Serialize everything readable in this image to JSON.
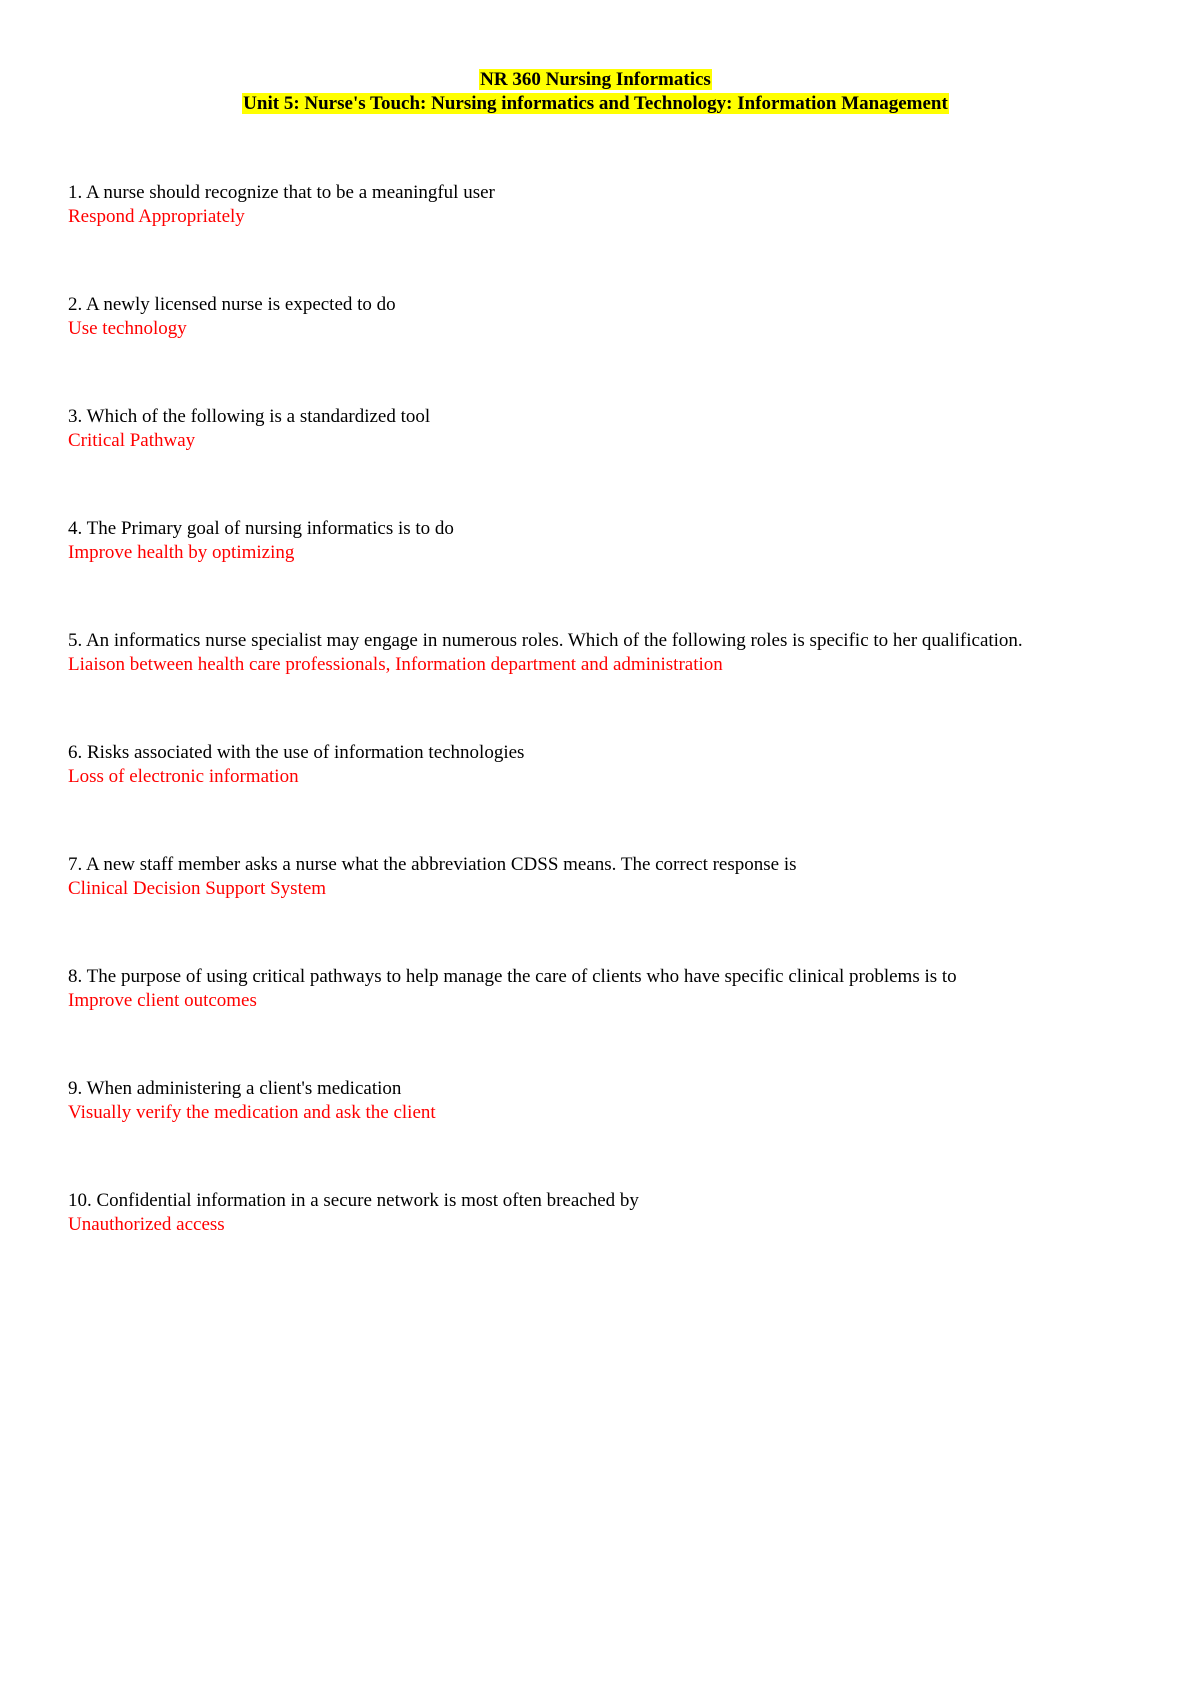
{
  "header": {
    "title": "NR 360 Nursing Informatics",
    "subtitle": "Unit 5: Nurse's Touch: Nursing informatics and Technology: Information Management"
  },
  "colors": {
    "highlight": "#ffff00",
    "answer": "#ff0000",
    "text": "#000000"
  },
  "items": [
    {
      "question": "1. A nurse should recognize that to be a meaningful user",
      "answer": "Respond Appropriately"
    },
    {
      "question": "2. A newly licensed nurse is expected to do",
      "answer": "Use technology"
    },
    {
      "question": "3. Which of the following is a standardized tool",
      "answer": "Critical Pathway"
    },
    {
      "question": "4. The Primary goal of nursing informatics is to do",
      "answer": "Improve health by optimizing"
    },
    {
      "question": "5. An informatics nurse specialist may engage in numerous roles. Which of the following roles is specific to her qualification.",
      "answer": "Liaison between health care professionals, Information department and administration"
    },
    {
      "question": "6. Risks associated with the use of information technologies",
      "answer": "Loss of electronic information"
    },
    {
      "question": "7. A new staff member asks a nurse what the abbreviation CDSS means. The correct response is",
      "answer": "Clinical Decision Support System"
    },
    {
      "question": "8. The purpose of using critical pathways to help manage the care of clients who have specific clinical problems is to",
      "answer": "Improve client outcomes"
    },
    {
      "question": "9. When administering a client's medication",
      "answer": "Visually verify the medication and ask the client"
    },
    {
      "question": "10. Confidential information in a secure network is most often breached by",
      "answer": "Unauthorized access"
    }
  ]
}
